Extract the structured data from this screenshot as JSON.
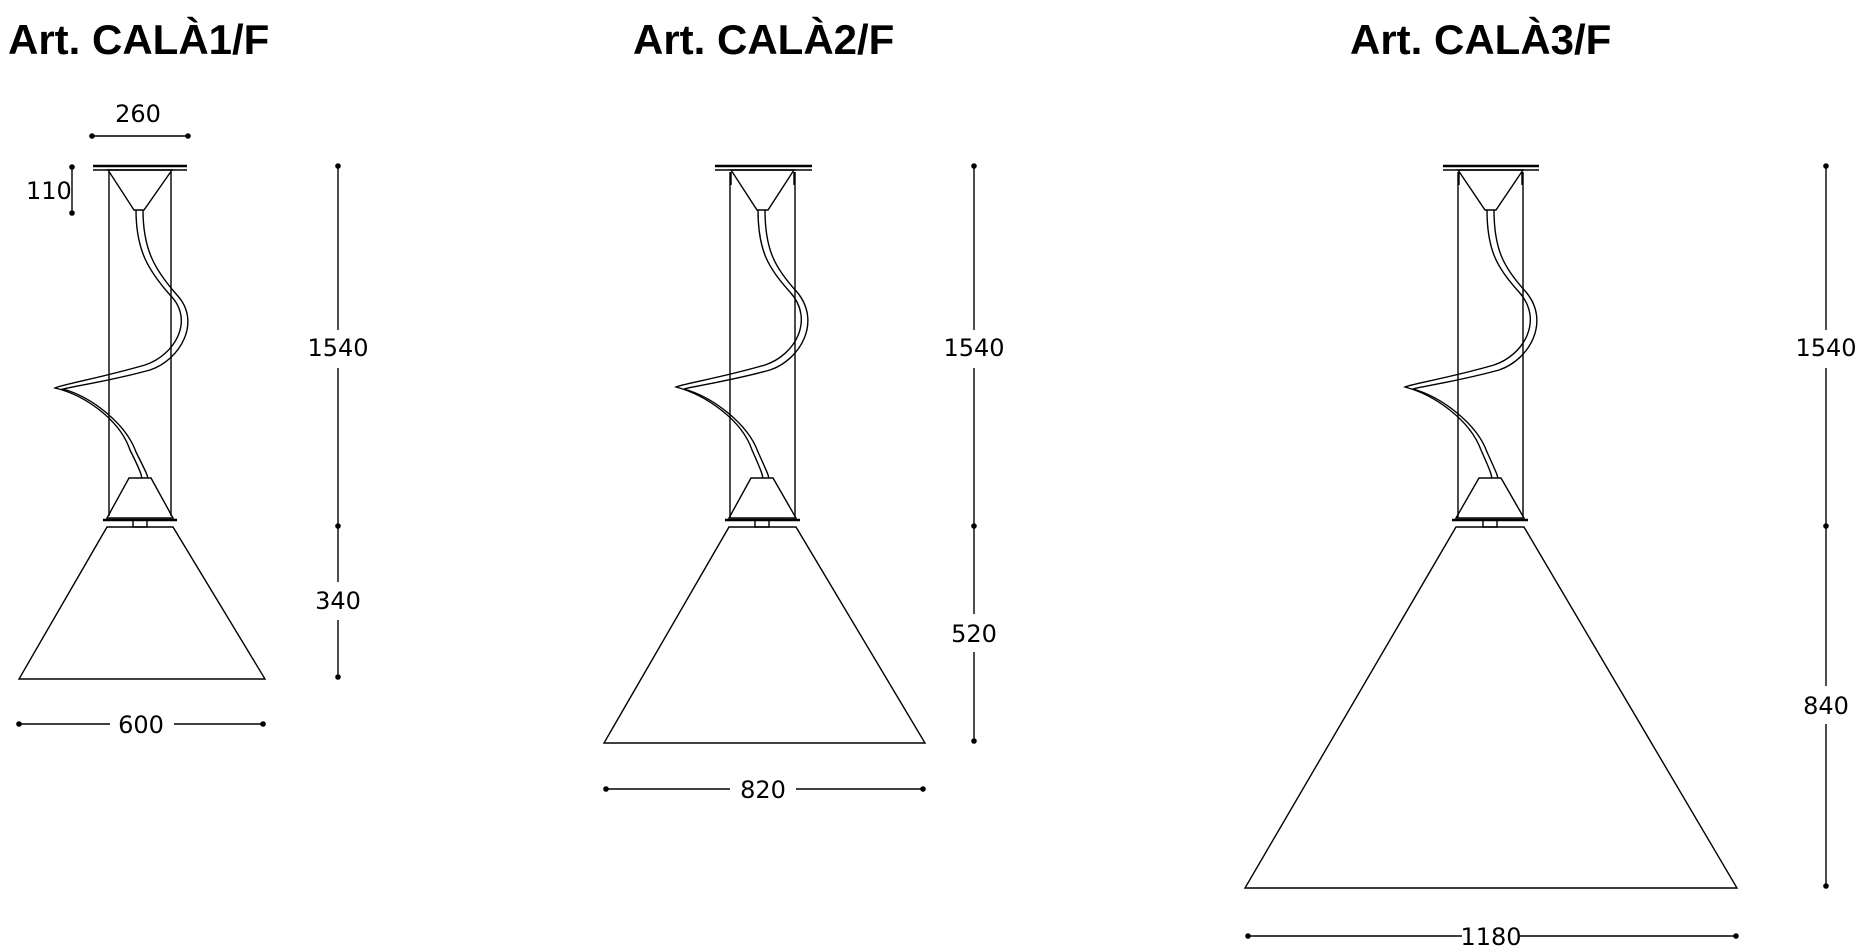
{
  "lamps": [
    {
      "title": "Art. CALÀ1/F",
      "dims": {
        "canopy": "260",
        "canopy_h": "110",
        "total": "1540",
        "shade_h": "340",
        "shade_w": "600"
      }
    },
    {
      "title": "Art. CALÀ2/F",
      "dims": {
        "total": "1540",
        "shade_h": "520",
        "shade_w": "820"
      }
    },
    {
      "title": "Art. CALÀ3/F",
      "dims": {
        "total": "1540",
        "shade_h": "840",
        "shade_w": "1180"
      }
    }
  ],
  "colors": {
    "line": "#000000",
    "background": "#ffffff"
  }
}
